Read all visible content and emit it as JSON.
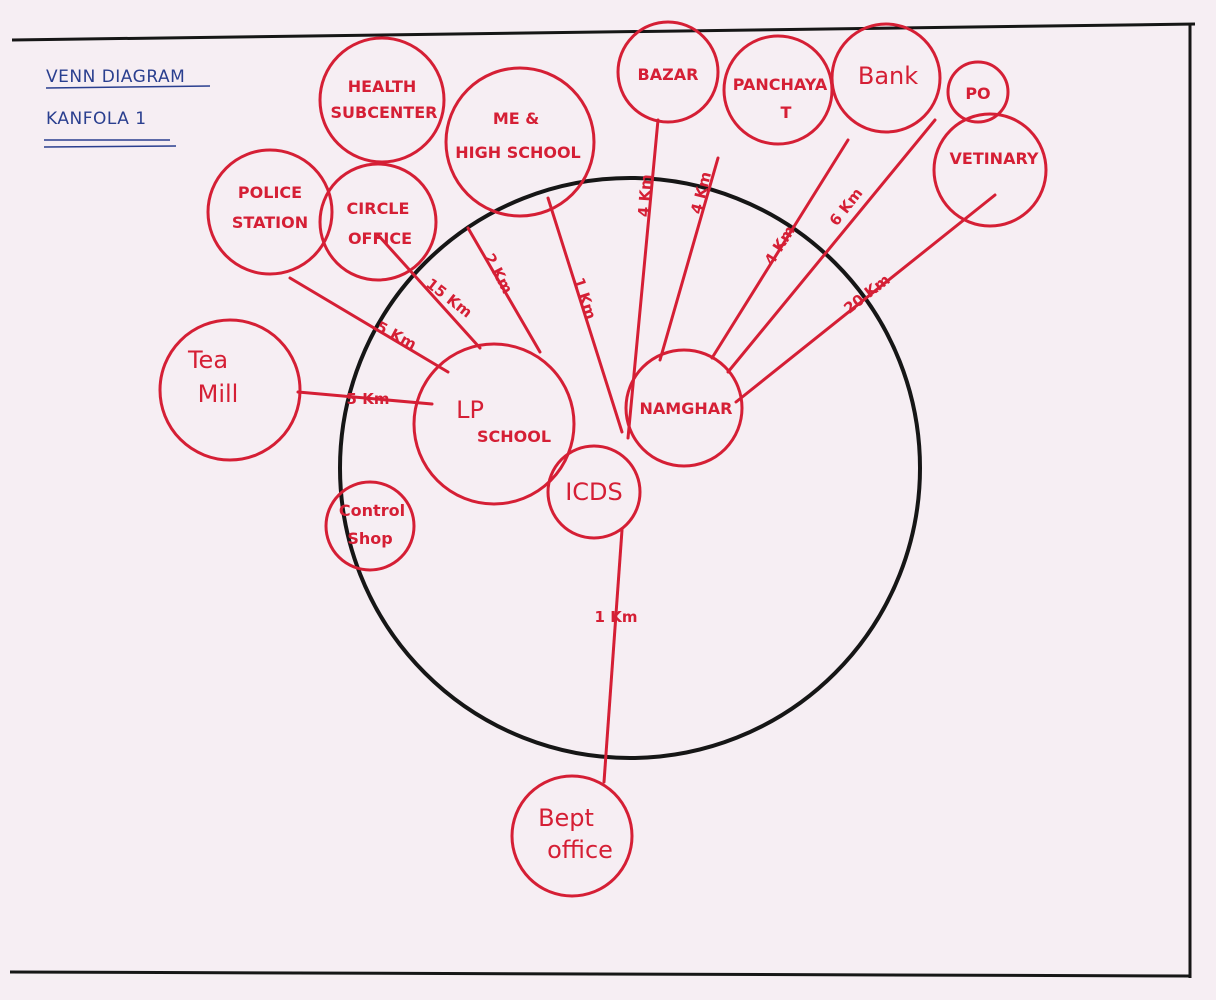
{
  "title": {
    "line1": "VENN DIAGRAM",
    "line2": "KANFOLA 1"
  },
  "nodes": [
    {
      "id": "health",
      "lines": [
        "HEALTH",
        "SUBCENTER"
      ]
    },
    {
      "id": "me_high",
      "lines": [
        "ME &",
        "HIGH SCHOOL"
      ]
    },
    {
      "id": "bazar",
      "lines": [
        "BAZAR"
      ]
    },
    {
      "id": "panchayat",
      "lines": [
        "PANCHAYA",
        "T"
      ]
    },
    {
      "id": "bank",
      "lines": [
        "Bank"
      ]
    },
    {
      "id": "po",
      "lines": [
        "PO"
      ]
    },
    {
      "id": "vetinary",
      "lines": [
        "VETINARY"
      ]
    },
    {
      "id": "police",
      "lines": [
        "POLICE",
        "STATION"
      ]
    },
    {
      "id": "circle",
      "lines": [
        "CIRCLE",
        "OFFICE"
      ]
    },
    {
      "id": "tea",
      "lines": [
        "Tea",
        "Mill"
      ]
    },
    {
      "id": "lp_school",
      "lines": [
        "LP",
        "SCHOOL"
      ]
    },
    {
      "id": "namghar",
      "lines": [
        "NAMGHAR"
      ]
    },
    {
      "id": "icds",
      "lines": [
        "ICDS"
      ]
    },
    {
      "id": "control",
      "lines": [
        "Control",
        "Shop"
      ]
    },
    {
      "id": "bept",
      "lines": [
        "Bept",
        "office"
      ]
    }
  ],
  "distances": [
    {
      "id": "d_circle",
      "label": "15 Km"
    },
    {
      "id": "d_police",
      "label": "5 Km"
    },
    {
      "id": "d_tea",
      "label": "5 Km"
    },
    {
      "id": "d_health",
      "label": "2 Km"
    },
    {
      "id": "d_me",
      "label": "1 Km"
    },
    {
      "id": "d_bazar",
      "label": "4 Km"
    },
    {
      "id": "d_panchayat",
      "label": "4 Km"
    },
    {
      "id": "d_bank",
      "label": "4 Km"
    },
    {
      "id": "d_po",
      "label": "6 Km"
    },
    {
      "id": "d_vet",
      "label": "20 Km"
    },
    {
      "id": "d_bept",
      "label": "1 Km"
    }
  ]
}
